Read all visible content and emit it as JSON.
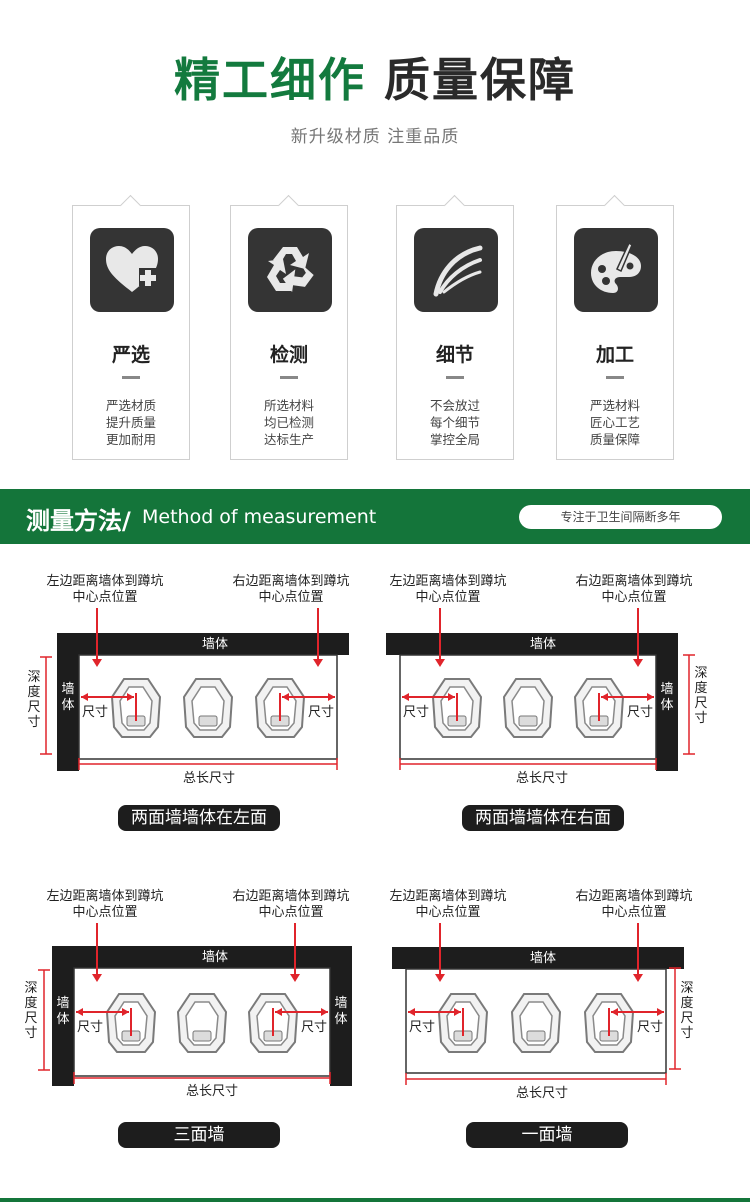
{
  "header": {
    "title_green": "精工细作",
    "title_dark": "质量保障",
    "subtitle": "新升级材质 注重品质"
  },
  "features": [
    {
      "icon": "heart-plus-icon",
      "title": "严选",
      "lines": [
        "严选材质",
        "提升质量",
        "更加耐用"
      ]
    },
    {
      "icon": "recycle-icon",
      "title": "检测",
      "lines": [
        "所选材料",
        "均已检测",
        "达标生产"
      ]
    },
    {
      "icon": "feather-icon",
      "title": "细节",
      "lines": [
        "不会放过",
        "每个细节",
        "掌控全局"
      ]
    },
    {
      "icon": "palette-icon",
      "title": "加工",
      "lines": [
        "严选材料",
        "匠心工艺",
        "质量保障"
      ]
    }
  ],
  "banner": {
    "title": "测量方法/",
    "subtitle": "Method of measurement",
    "pill": "专注于卫生间隔断多年"
  },
  "diagrams": [
    {
      "type": "left-wall",
      "caption": "两面墙墙体在左面"
    },
    {
      "type": "right-wall",
      "caption": "两面墙墙体在右面"
    },
    {
      "type": "three-wall",
      "caption": "三面墙"
    },
    {
      "type": "one-wall",
      "caption": "一面墙"
    }
  ],
  "labels": {
    "left_a": "左边距离墙体到蹲坑",
    "left_b": "中心点位置",
    "right_a": "右边距离墙体到蹲坑",
    "right_b": "中心点位置",
    "wall": "墙体",
    "wall_side": "墙体",
    "depth": "深度尺寸",
    "size": "尺寸",
    "total": "总长尺寸"
  },
  "colors": {
    "green": "#14753a",
    "red": "#e0242b",
    "dark": "#1d1d1d"
  }
}
